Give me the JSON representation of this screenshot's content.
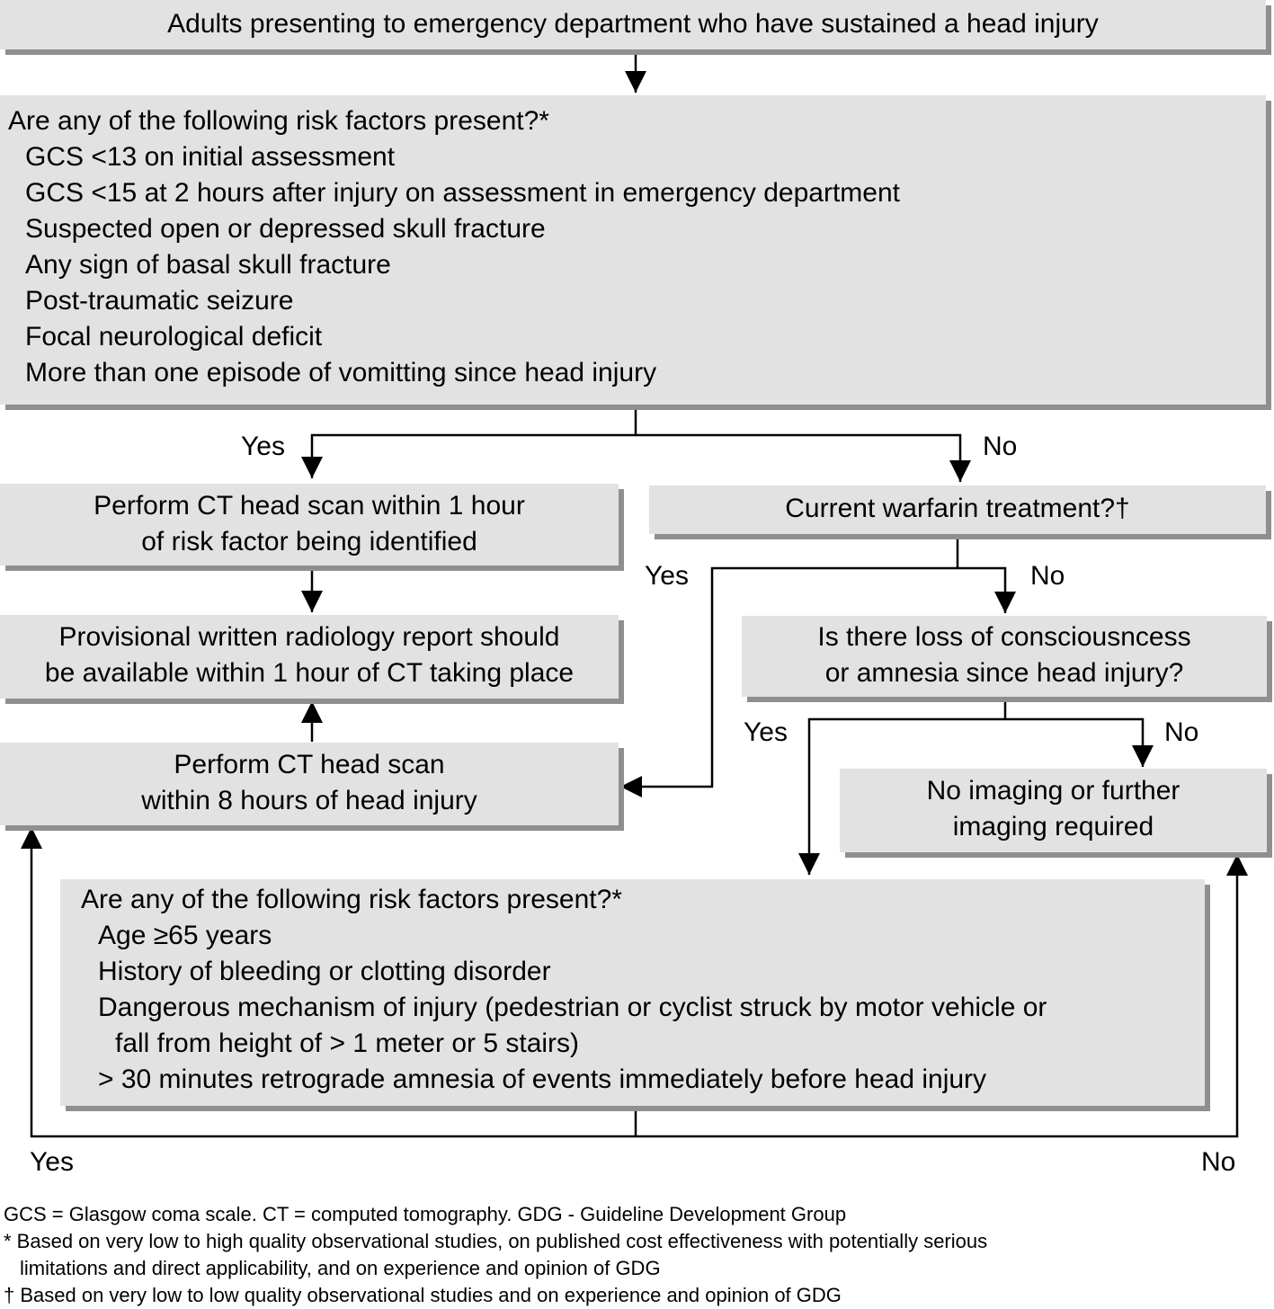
{
  "nodes": {
    "start": "Adults presenting to emergency department who have sustained a head injury",
    "risk1": {
      "question": "Are any of the following risk factors present?*",
      "items": [
        "GCS <13 on initial assessment",
        "GCS <15 at 2 hours after injury on assessment in emergency department",
        "Suspected open or depressed skull fracture",
        "Any sign of basal skull fracture",
        "Post-traumatic seizure",
        "Focal neurological deficit",
        "More than one episode of vomitting since head injury"
      ]
    },
    "ct1h": [
      "Perform CT head scan within 1 hour",
      "of risk factor being identified"
    ],
    "report": [
      "Provisional written radiology report should",
      "be available within 1 hour of CT taking place"
    ],
    "ct8h": [
      "Perform CT head scan",
      "within 8 hours of head injury"
    ],
    "warfarin": "Current warfarin treatment?†",
    "loc": [
      "Is there loss of consciousncess",
      "or amnesia since head injury?"
    ],
    "noimg": [
      "No imaging or further",
      "imaging required"
    ],
    "risk2": {
      "question": "Are any of the following risk factors present?*",
      "items": [
        "Age ≥65 years",
        "History of bleeding or clotting disorder",
        "Dangerous mechanism of injury (pedestrian or cyclist struck by motor vehicle or",
        "fall from height of > 1 meter or 5 stairs)",
        "> 30 minutes retrograde amnesia of events immediately before head injury"
      ]
    }
  },
  "labels": {
    "yes": "Yes",
    "no": "No"
  },
  "footnotes": [
    "GCS = Glasgow coma scale. CT = computed tomography. GDG - Guideline Development Group",
    "* Based on very low to high quality observational studies, on published cost effectiveness with potentially serious",
    "limitations and direct applicability, and on experience and opinion of GDG",
    "† Based on very low to low quality observational studies and on experience and opinion of GDG"
  ],
  "colors": {
    "box_fill": "#e2e2e2",
    "shadow": "#8f8f8f",
    "line": "#000000"
  }
}
